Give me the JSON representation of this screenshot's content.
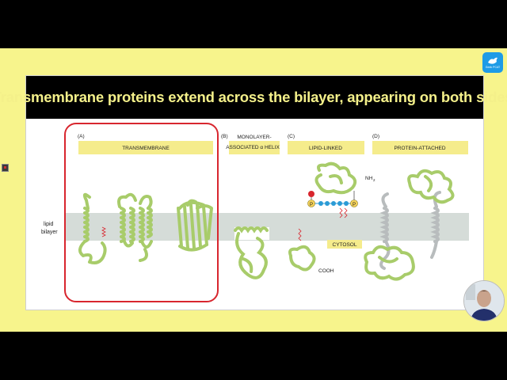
{
  "slide": {
    "title": "Transmembrane proteins extend across the bilayer, appearing on both sides."
  },
  "logo": {
    "label": "Geek PCAT"
  },
  "figure": {
    "lipid_label_line1": "lipid",
    "lipid_label_line2": "bilayer",
    "panels": [
      {
        "letter": "(A)",
        "label": "TRANSMEMBRANE"
      },
      {
        "letter": "(B)",
        "label_line1": "MONOLAYER-",
        "label_line2": "ASSOCIATED α HELIX"
      },
      {
        "letter": "(C)",
        "label": "LIPID-LINKED"
      },
      {
        "letter": "(D)",
        "label": "PROTEIN-ATTACHED"
      }
    ],
    "nh2_label": "NH",
    "nh2_sub": "2",
    "cooh_label": "COOH",
    "cytosol_label": "CYTOSOL",
    "phosphate_label": "P"
  },
  "colors": {
    "background": "#f7f48c",
    "title_bar": "#000000",
    "title_text": "#f4f08a",
    "protein_green": "#a8cc6a",
    "bilayer_gray": "#d5dcd8",
    "label_yellow": "#f5ec8c",
    "highlight_red": "#d8262e",
    "gray_protein": "#b8bcbd",
    "gpi_blue": "#2b9bd6"
  }
}
